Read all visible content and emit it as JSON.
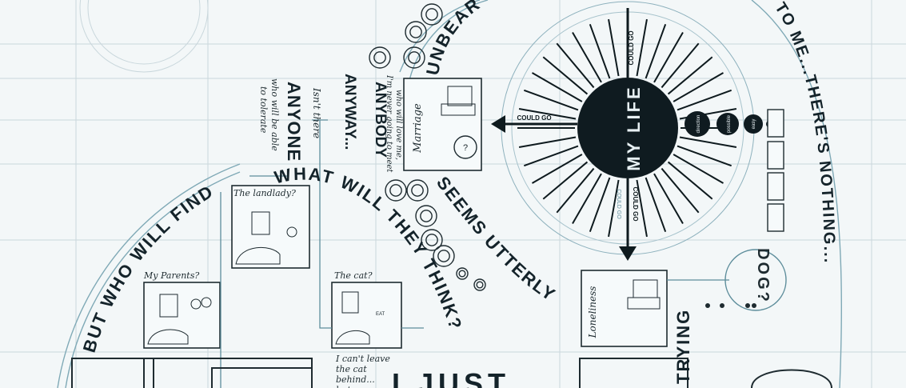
{
  "arc_text": {
    "outer_arc": "BUT WHO WILL FIND",
    "what_will": "WHAT WILL THEY THINK?",
    "seems": "SEEMS UTTERLY",
    "unbearable": "UNBEAR",
    "right_arc": "E TO ME...THERE'S NOTHING...",
    "anyone": "ANYONE",
    "anybody": "ANYBODY",
    "anyway": "ANYWAY...",
    "trying": "TRYING",
    "dog": "DOG?",
    "just": "I JUST"
  },
  "wheel": {
    "center": "MY LIFE",
    "could_go_top": "COULD GO",
    "could_go_left": "COULD GO",
    "could_go_bottom": "COULD GO",
    "could_go_small": "COULD GO",
    "dots": [
      "direction",
      "possible",
      "easy"
    ]
  },
  "notes": {
    "isnt_there_1": "Isn't there",
    "isnt_there_2": "who will be able",
    "isnt_there_3": "to tolerate",
    "never_going_1": "I'm never going to meet",
    "never_going_2": "who will love me,",
    "marriage": "Marriage",
    "landlady": "The landlady?",
    "parents": "My Parents?",
    "cat": "The cat?",
    "cat_eat": "EAT",
    "cant_leave_1": "I can't leave",
    "cant_leave_2": "the cat",
    "cant_leave_3": "behind...",
    "cant_leave_4": "but",
    "loneliness": "Loneliness"
  }
}
